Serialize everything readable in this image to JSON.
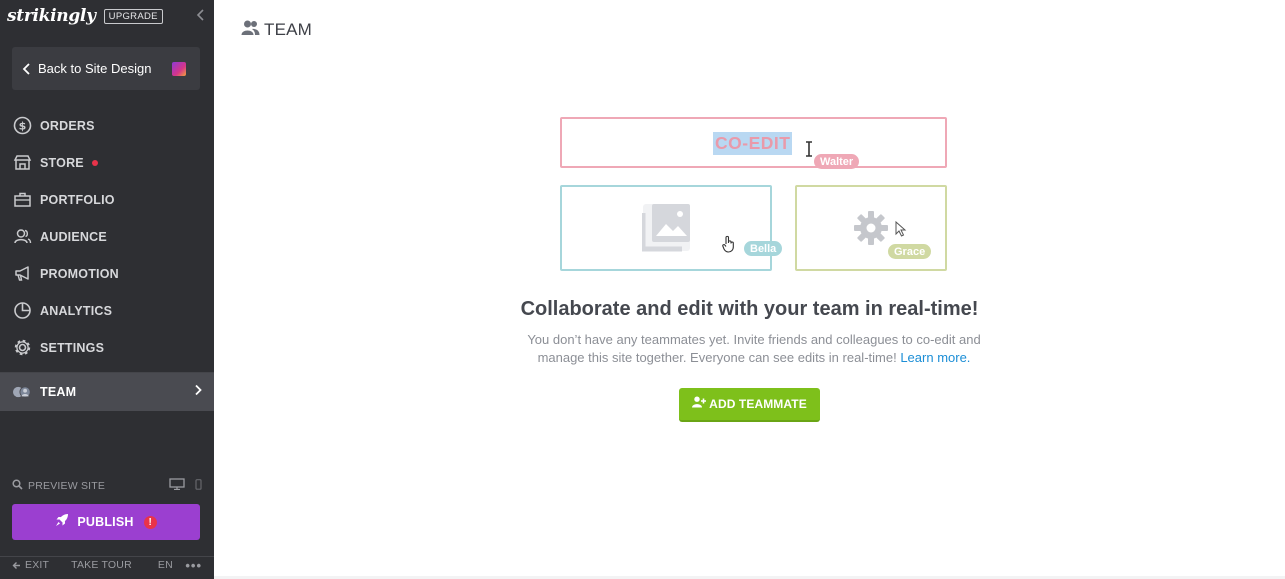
{
  "sidebar": {
    "logo": "strikingly",
    "upgrade_label": "UPGRADE",
    "back_label": "Back to Site Design",
    "nav": [
      {
        "label": "ORDERS",
        "icon": "dollar-circle-icon"
      },
      {
        "label": "STORE",
        "icon": "store-icon",
        "badge": true
      },
      {
        "label": "PORTFOLIO",
        "icon": "briefcase-icon"
      },
      {
        "label": "AUDIENCE",
        "icon": "people-icon"
      },
      {
        "label": "PROMOTION",
        "icon": "megaphone-icon"
      },
      {
        "label": "ANALYTICS",
        "icon": "pie-chart-icon"
      },
      {
        "label": "SETTINGS",
        "icon": "gear-icon"
      }
    ],
    "team_label": "TEAM",
    "preview_label": "PREVIEW SITE",
    "publish_label": "PUBLISH",
    "publish_alert": "!",
    "footer": {
      "exit": "EXIT",
      "tour": "TAKE TOUR",
      "lang": "EN",
      "more": "•••"
    }
  },
  "main": {
    "title": "TEAM",
    "illustration": {
      "coedit_text": "CO-EDIT",
      "walter": "Walter",
      "bella": "Bella",
      "grace": "Grace"
    },
    "headline": "Collaborate and edit with your team in real-time!",
    "description": "You don’t have any teammates yet. Invite friends and colleagues to co-edit and manage this site together. Everyone can see edits in real-time!",
    "learn_more": "Learn more.",
    "add_button": "ADD TEAMMATE"
  },
  "colors": {
    "sidebar_bg": "#2e2f33",
    "publish": "#9b3fd0",
    "add_teammate": "#7ec01b",
    "link": "#1c8ed6"
  }
}
